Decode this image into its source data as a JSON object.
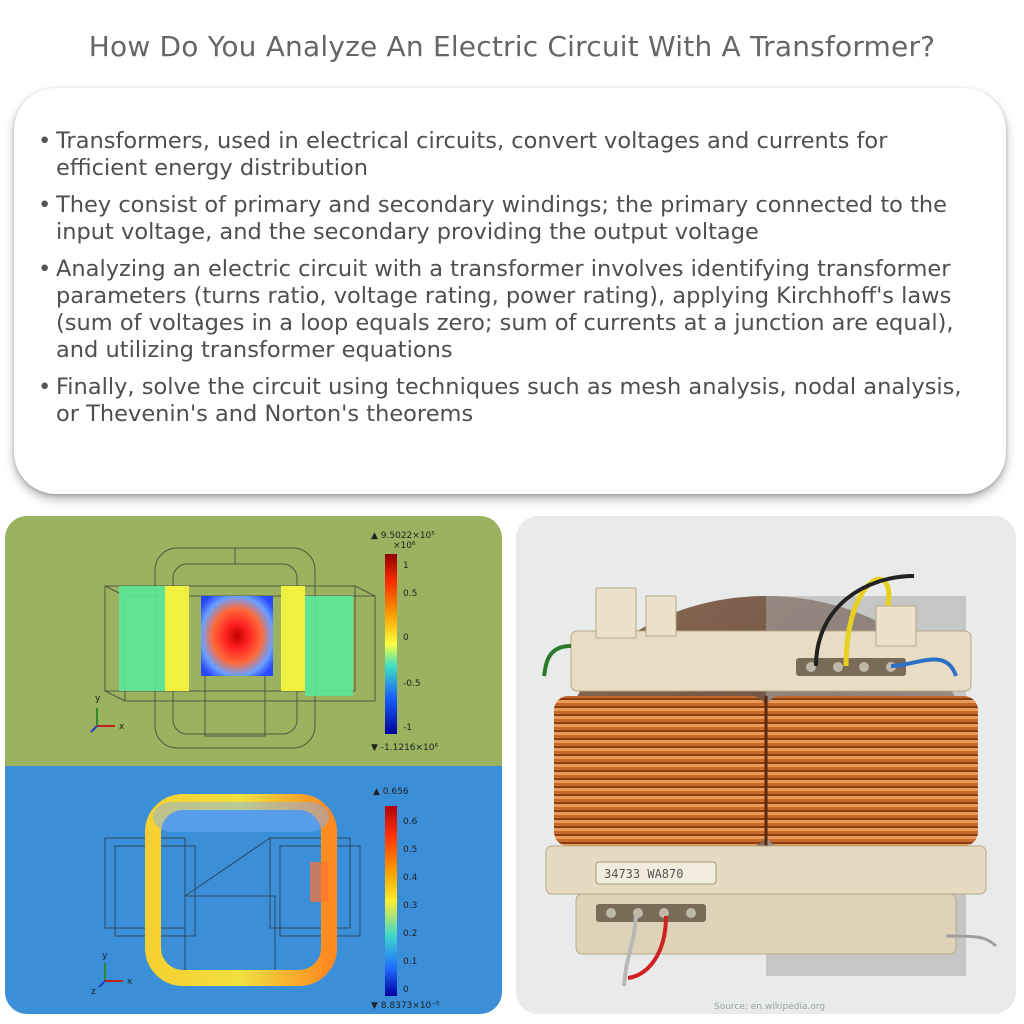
{
  "title": "How Do You Analyze An Electric Circuit With A Transformer?",
  "bullets": [
    "Transformers, used in electrical circuits, convert voltages and currents for efficient energy distribution",
    "They consist of primary and secondary windings; the primary connected to the input voltage, and the secondary providing the output voltage",
    "Analyzing an electric circuit with a transformer involves identifying transformer parameters (turns ratio, voltage rating, power rating), applying Kirchhoff's laws (sum of voltages in a loop equals zero; sum of currents at a junction are equal), and utilizing transformer equations",
    "Finally, solve the circuit using techniques such as mesh analysis, nodal analysis, or Thevenin's and Norton's theorems"
  ],
  "sim_top": {
    "max_label": "▲ 9.5022×10⁵",
    "scale_label": "×10⁶",
    "ticks": [
      "1",
      "0.5",
      "0",
      "-0.5",
      "-1"
    ],
    "min_label": "▼ -1.1216×10⁶",
    "axis_y": "y",
    "axis_x": "x"
  },
  "sim_bottom": {
    "max_label": "▲ 0.656",
    "ticks": [
      "0.6",
      "0.5",
      "0.4",
      "0.3",
      "0.2",
      "0.1",
      "0"
    ],
    "min_label": "▼ 8.8373×10⁻⁵",
    "axis_y": "y",
    "axis_x": "x",
    "axis_z": "z"
  },
  "photo": {
    "label": "34733 WA870",
    "caption": "Source: en.wikipedia.org"
  },
  "colors": {
    "top_bg": "#9bb261",
    "bottom_bg": "#3b8fd9",
    "copper": "#c8692c"
  }
}
